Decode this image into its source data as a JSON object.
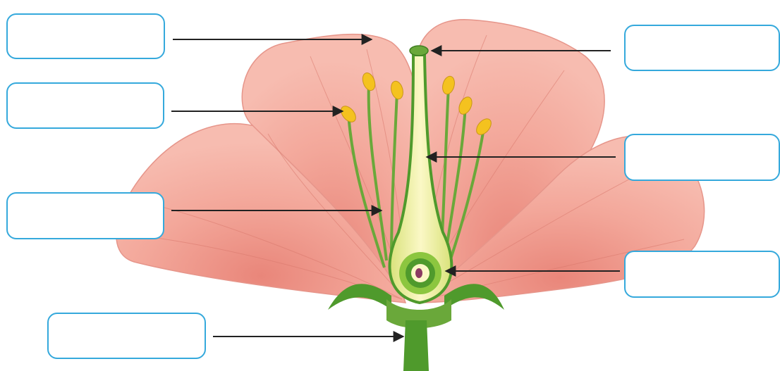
{
  "colors": {
    "petal": "#f3a79a",
    "petal_shadow": "#e07f72",
    "petal_vein": "#d9786c",
    "stem_green": "#4f9a2c",
    "light_green": "#8cc63f",
    "style_yellow": "#f2ef9a",
    "anther_yellow": "#f4c21f",
    "label_border": "#35a9dc",
    "arrow": "#222222"
  },
  "labels": [
    {
      "id": "petal",
      "text": ""
    },
    {
      "id": "anther",
      "text": ""
    },
    {
      "id": "filament",
      "text": ""
    },
    {
      "id": "stem",
      "text": ""
    },
    {
      "id": "stigma",
      "text": ""
    },
    {
      "id": "style",
      "text": ""
    },
    {
      "id": "ovary",
      "text": ""
    }
  ]
}
